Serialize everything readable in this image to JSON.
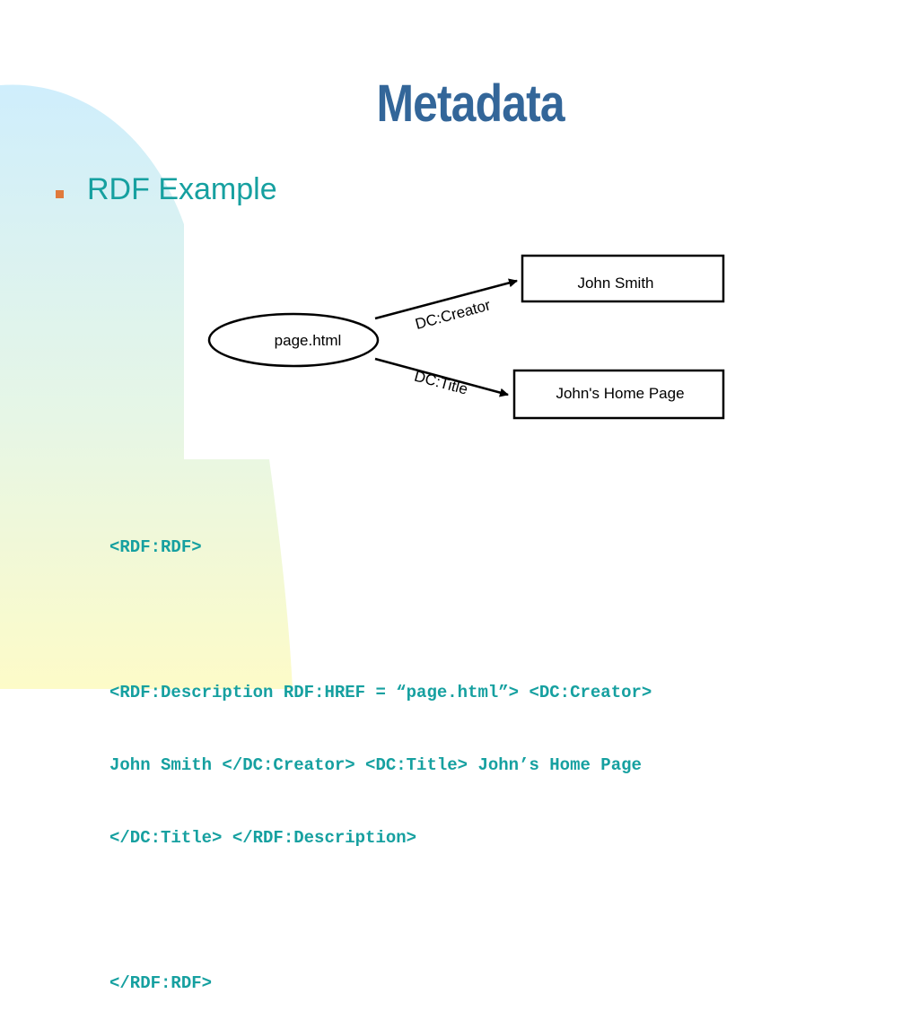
{
  "slide": {
    "title": "Metadata",
    "bullet": "RDF Example",
    "colors": {
      "title": "#336699",
      "accent": "#16a0a0",
      "bullet": "#e07a3c"
    }
  },
  "diagram": {
    "resource": "page.html",
    "creator_value": "John Smith",
    "title_value": "John's Home Page",
    "creator_property": "DC:Creator",
    "title_property": "DC:Title"
  },
  "code": {
    "lines": [
      "<RDF:RDF>",
      "",
      "<RDF:Description RDF:HREF = “page.html”> <DC:Creator>",
      "John Smith </DC:Creator> <DC:Title> John’s Home Page",
      "</DC:Title> </RDF:Description>",
      "",
      "</RDF:RDF>"
    ]
  }
}
